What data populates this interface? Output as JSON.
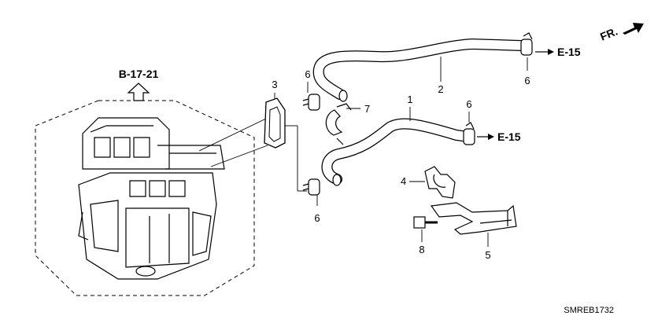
{
  "refs": {
    "b_ref": "B-17-21",
    "e_ref_top": "E-15",
    "e_ref_mid": "E-15",
    "front": "FR."
  },
  "parts": {
    "p1": "1",
    "p2": "2",
    "p3": "3",
    "p4": "4",
    "p5": "5",
    "p6_top": "6",
    "p6_left": "6",
    "p6_mid": "6",
    "p6_bottom": "6",
    "p7": "7",
    "p8": "8"
  },
  "diagram_code": "SMREB1732"
}
